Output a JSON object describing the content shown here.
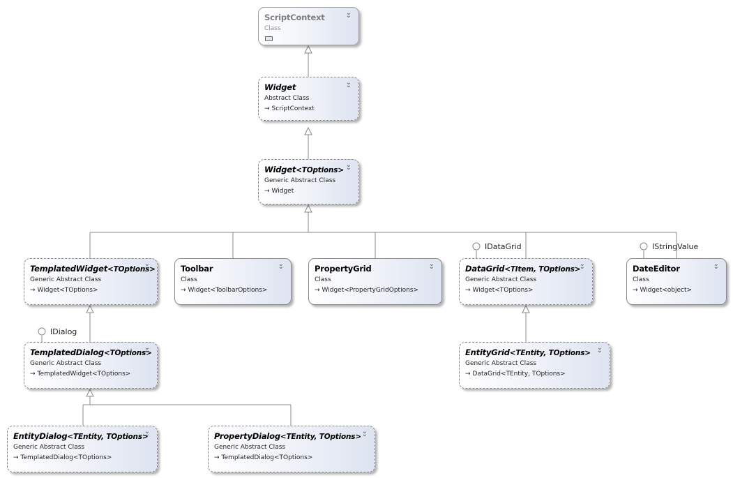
{
  "classes": {
    "script_context": {
      "name": "ScriptContext",
      "kind": "Class"
    },
    "widget": {
      "name": "Widget",
      "kind": "Abstract Class",
      "base": "ScriptContext"
    },
    "widget_t": {
      "name": "Widget",
      "type_params": "<TOptions>",
      "kind": "Generic Abstract Class",
      "base": "Widget"
    },
    "templated_widget": {
      "name": "TemplatedWidget",
      "type_params": "<TOptions>",
      "kind": "Generic Abstract Class",
      "base": "Widget<TOptions>"
    },
    "toolbar": {
      "name": "Toolbar",
      "kind": "Class",
      "base": "Widget<ToolbarOptions>"
    },
    "property_grid": {
      "name": "PropertyGrid",
      "kind": "Class",
      "base": "Widget<PropertyGridOptions>"
    },
    "data_grid": {
      "name": "DataGrid",
      "type_params": "<TItem, TOptions>",
      "kind": "Generic Abstract Class",
      "base": "Widget<TOptions>"
    },
    "date_editor": {
      "name": "DateEditor",
      "kind": "Class",
      "base": "Widget<object>"
    },
    "templated_dialog": {
      "name": "TemplatedDialog",
      "type_params": "<TOptions>",
      "kind": "Generic Abstract Class",
      "base": "TemplatedWidget<TOptions>"
    },
    "entity_grid": {
      "name": "EntityGrid",
      "type_params": "<TEntity, TOptions>",
      "kind": "Generic Abstract Class",
      "base": "DataGrid<TEntity, TOptions>"
    },
    "entity_dialog": {
      "name": "EntityDialog",
      "type_params": "<TEntity, TOptions>",
      "kind": "Generic Abstract Class",
      "base": "TemplatedDialog<TOptions>"
    },
    "property_dialog": {
      "name": "PropertyDialog",
      "type_params": "<TEntity, TOptions>",
      "kind": "Generic Abstract Class",
      "base": "TemplatedDialog<TOptions>"
    }
  },
  "interfaces": {
    "idata_grid": "IDataGrid",
    "istring_value": "IStringValue",
    "idialog": "IDialog"
  },
  "icons": {
    "collapse": "chevron-double-down-icon",
    "inherit": "arrow-right-icon",
    "interface": "lollipop-icon",
    "class": "class-icon"
  },
  "colors": {
    "box_gradient_start": "#ffffff",
    "box_gradient_end": "#dde3f0",
    "border": "#8a8a8a",
    "line": "#888888"
  }
}
